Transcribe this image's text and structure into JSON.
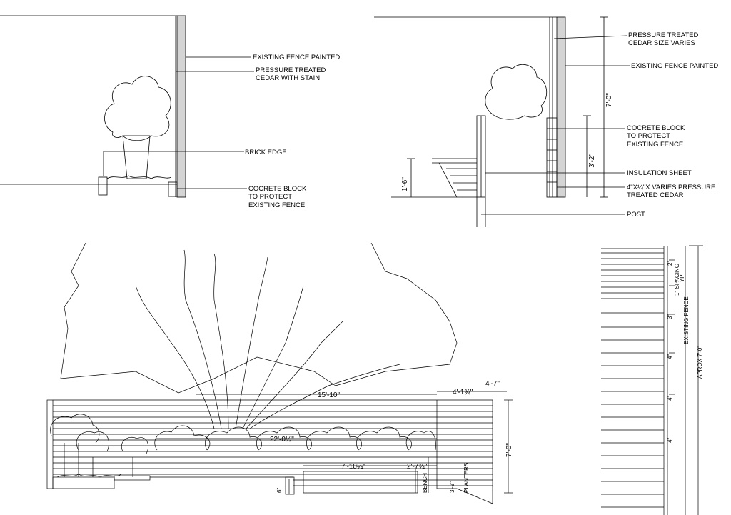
{
  "section_a": {
    "callouts": [
      "EXISTING FENCE PAINTED",
      "PRESSURE TREATED",
      "CEDAR WITH STAIN",
      "BRICK EDGE",
      "COCRETE BLOCK",
      "TO PROTECT",
      "EXISTING FENCE"
    ]
  },
  "section_b": {
    "callouts": [
      "PRESSURE TREATED",
      "CEDAR SIZE VARIES",
      "EXISTING FENCE PAINTED",
      "COCRETE BLOCK",
      "TO PROTECT",
      "EXISTING FENCE",
      "INSULATION SHEET",
      "4\"X¼\"X VARIES PRESSURE",
      "TREATED CEDAR",
      "POST"
    ],
    "dims": [
      "7'-0\"",
      "3'-2\"",
      "1'-6\""
    ]
  },
  "elevation": {
    "dims": [
      "15'-10\"",
      "4'-1¾\"",
      "4'-7\"",
      "22'-0½\"",
      "7'-0\"",
      "7'-10¼\"",
      "2'-7¾\"",
      "6\"",
      "BENCH",
      "3'-2\"",
      "PLANTERS"
    ]
  },
  "fence_detail": {
    "labels": [
      "2\"",
      "1\" SPACING",
      "TYP",
      "EXISTING FENCE",
      "APROX 7'-0\"",
      "3\"",
      "4\"",
      "4\"",
      "4\""
    ]
  }
}
